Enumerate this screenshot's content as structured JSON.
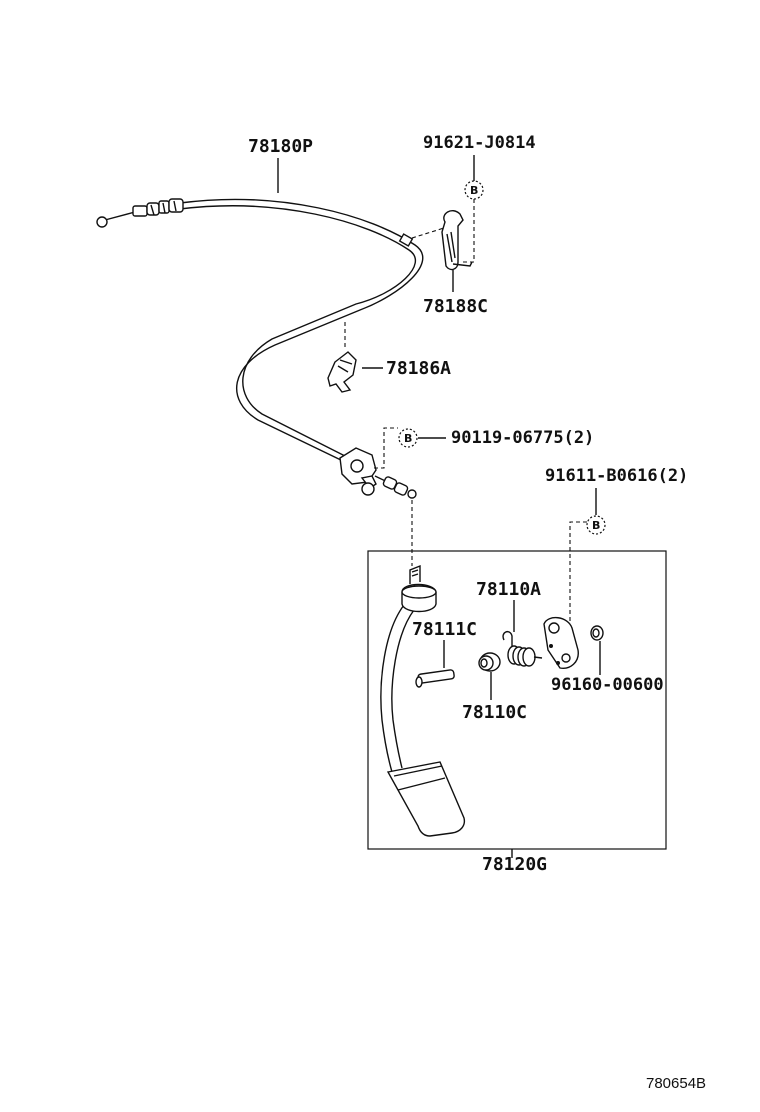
{
  "labels": {
    "cable": "78180P",
    "bolt_top": "91621-J0814",
    "clamp": "78188C",
    "retainer": "78186A",
    "bolt_mid": "90119-06775(2)",
    "bolt_right": "91611-B0616(2)",
    "spring": "78110A",
    "pin": "78111C",
    "bushing": "78110C",
    "clip": "96160-00600",
    "pedal_assy": "78120G"
  },
  "marker": "B",
  "footer": {
    "ref": "780654B"
  }
}
